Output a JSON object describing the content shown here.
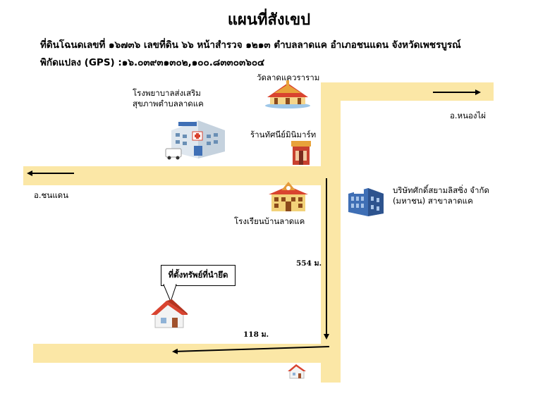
{
  "header": {
    "title": "แผนที่สังเขป",
    "parcel_line": "ที่ดินโฉนดเลขที่ ๑๖๗๓๖ เลขที่ดิน ๖๖ หน้าสำรวจ ๑๒๑๓ ตำบลลาดแค อำเภอชนแดน จังหวัดเพชรบูรณ์",
    "gps_line": "พิกัดแปลง (GPS) :๑๖.๐๓๙๓๑๓๐๒,๑๐๐.๘๓๓๐๓๖๐๔"
  },
  "roads": {
    "to_nong_phai": "อ.หนองไผ่",
    "to_chon_daen": "อ.ชนแดน"
  },
  "landmarks": {
    "temple": "วัดลาดแควราราม",
    "hospital_line1": "โรงพยาบาลส่งเสริม",
    "hospital_line2": "สุขภาพตำบลลาดแค",
    "mini_mart": "ร้านทัศนีย์มินิมาร์ท",
    "school": "โรงเรียนบ้านลาดแค",
    "leasing_line1": "บริษัทศักดิ์สยามลิสซิ่ง จำกัด",
    "leasing_line2": "(มหาชน) สาขาลาดแค"
  },
  "distances": {
    "vertical": "554 ม.",
    "horizontal": "118 ม."
  },
  "property": {
    "callout": "ที่ตั้งทรัพย์ที่นำยึด"
  },
  "colors": {
    "road": "#fbe7a6",
    "roof": "#d9432f",
    "building_blue": "#3f6fb5",
    "school_orange": "#e59a3a"
  },
  "icons": [
    "temple-icon",
    "hospital-icon",
    "mini-mart-icon",
    "school-icon",
    "office-building-icon",
    "house-icon",
    "arrow-icon"
  ]
}
